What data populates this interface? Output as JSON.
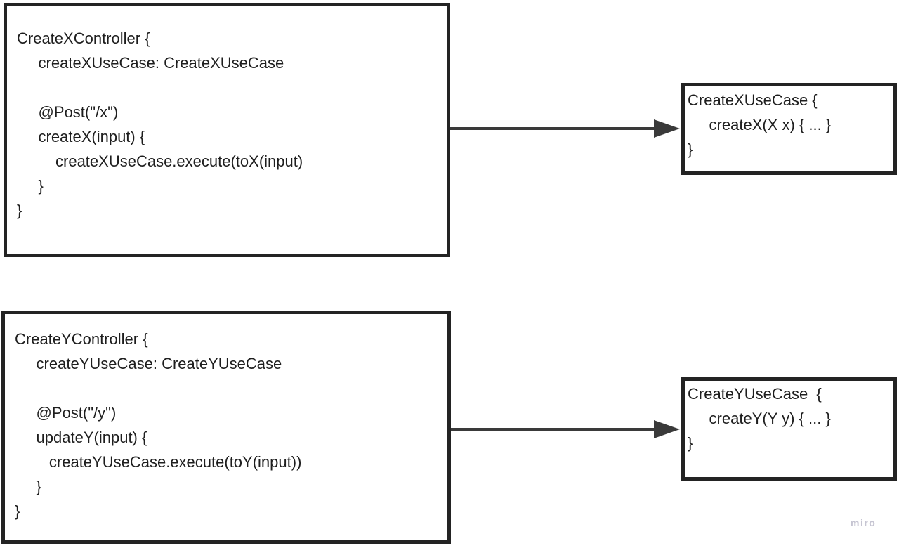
{
  "board": {
    "watermark": "miro"
  },
  "colors": {
    "background": "#ffffff",
    "border": "#232323",
    "text": "#1e1e1e",
    "arrow": "#3a3a3a",
    "watermark": "#c6c5d2"
  },
  "diagram": {
    "controller_x": {
      "lines": [
        "CreateXController {",
        "     createXUseCase: CreateXUseCase",
        "",
        "     @Post(\"/x\")",
        "     createX(input) {",
        "         createXUseCase.execute(toX(input)",
        "     }",
        "}"
      ]
    },
    "usecase_x": {
      "lines": [
        "CreateXUseCase {",
        "     createX(X x) { ... }",
        "}"
      ]
    },
    "controller_y": {
      "lines": [
        "CreateYController {",
        "     createYUseCase: CreateYUseCase",
        "",
        "     @Post(\"/y\")",
        "     updateY(input) {",
        "        createYUseCase.execute(toY(input))",
        "     }",
        "}"
      ]
    },
    "usecase_y": {
      "lines": [
        "CreateYUseCase  {",
        "     createY(Y y) { ... }",
        "}"
      ]
    }
  }
}
